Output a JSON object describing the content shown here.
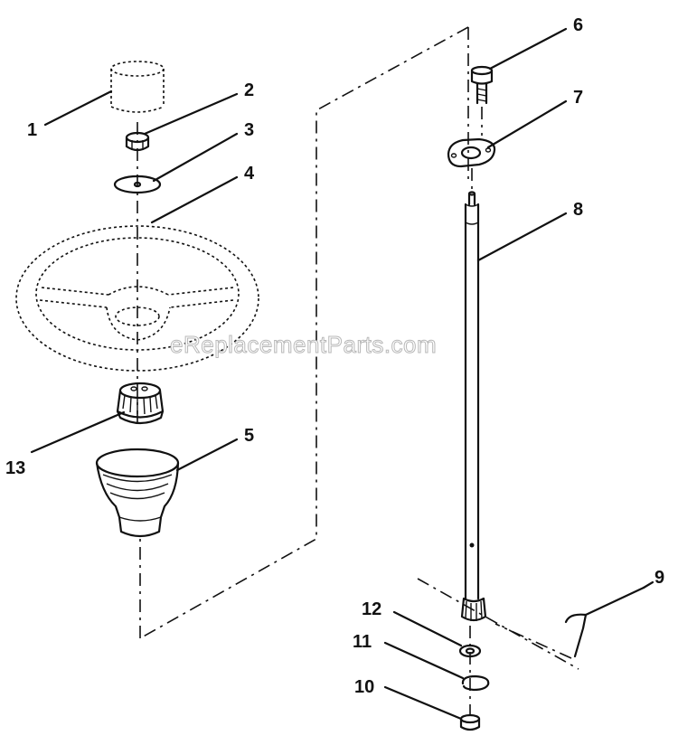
{
  "watermark": "eReplacementParts.com",
  "callouts": [
    {
      "id": "1",
      "label": "1"
    },
    {
      "id": "2",
      "label": "2"
    },
    {
      "id": "3",
      "label": "3"
    },
    {
      "id": "4",
      "label": "4"
    },
    {
      "id": "5",
      "label": "5"
    },
    {
      "id": "6",
      "label": "6"
    },
    {
      "id": "7",
      "label": "7"
    },
    {
      "id": "8",
      "label": "8"
    },
    {
      "id": "9",
      "label": "9"
    },
    {
      "id": "10",
      "label": "10"
    },
    {
      "id": "11",
      "label": "11"
    },
    {
      "id": "12",
      "label": "12"
    },
    {
      "id": "13",
      "label": "13"
    }
  ],
  "colors": {
    "line": "#111111",
    "background": "#ffffff",
    "watermark": "#b8b8b8"
  }
}
